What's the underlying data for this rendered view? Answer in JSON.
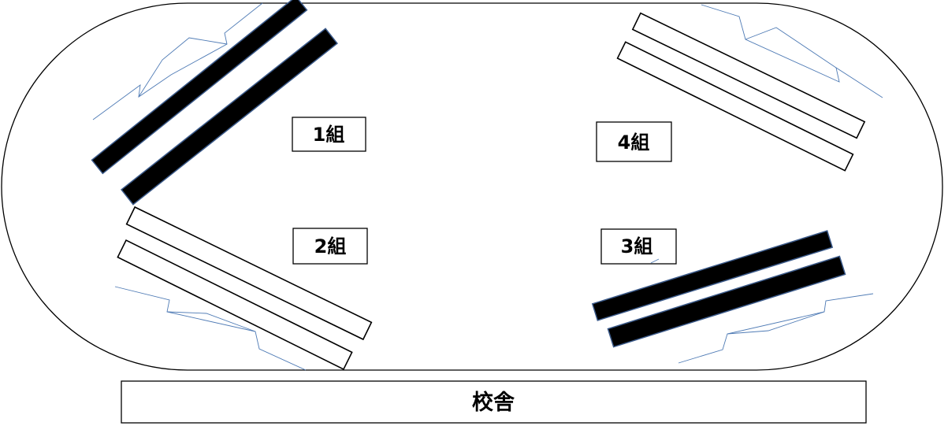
{
  "groups": {
    "group1": {
      "label": "1組",
      "fill": "#000000"
    },
    "group2": {
      "label": "2組",
      "fill": "#ffffff"
    },
    "group3": {
      "label": "3組",
      "fill": "#000000"
    },
    "group4": {
      "label": "4組",
      "fill": "#ffffff"
    }
  },
  "building": {
    "label": "校舎"
  },
  "colors": {
    "outline": "#000000",
    "bar_border_dark": "#3b5a8a",
    "zigzag": "#4f7bb5"
  }
}
